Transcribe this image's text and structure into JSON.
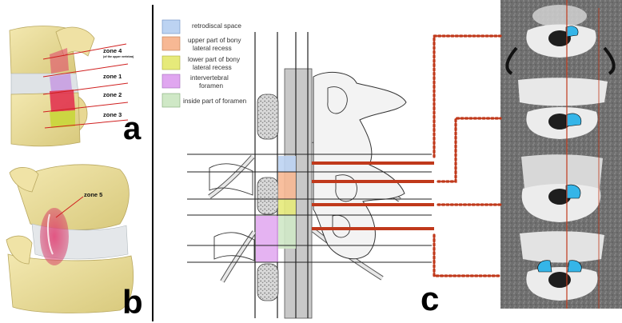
{
  "panels": {
    "a": {
      "letter": "a"
    },
    "b": {
      "letter": "b"
    },
    "c": {
      "letter": "c"
    }
  },
  "zones": {
    "zone4": "zone 4",
    "zone4_sub": "(of the upper vertebra)",
    "zone1": "zone 1",
    "zone2": "zone 2",
    "zone3": "zone 3",
    "zone5": "zone 5"
  },
  "legend": {
    "items": [
      {
        "key": "retrodiscal",
        "lines": [
          "retrodiscal space"
        ],
        "color": "#bcd3f2"
      },
      {
        "key": "upper-recess",
        "lines": [
          "upper part of bony",
          "lateral recess"
        ],
        "color": "#f7b894"
      },
      {
        "key": "lower-recess",
        "lines": [
          "lower part of bony",
          "lateral recess"
        ],
        "color": "#e6ea7a"
      },
      {
        "key": "foramen",
        "lines": [
          "intervertebral",
          "foramen"
        ],
        "color": "#e0a6f0"
      },
      {
        "key": "inside-foramen",
        "lines": [
          "inside part of foramen"
        ],
        "color": "#cfe8c6"
      }
    ]
  },
  "colors": {
    "bone": "#e9dc99",
    "bone_shade": "#c9b86c",
    "disc": "#d8dde2",
    "ct_dark": "#2b2b2b",
    "ct_mid": "#8c8c8c",
    "cut_line": "#c0391b",
    "connector": "#c0391b",
    "highlight_blue": "#35b5e8"
  }
}
